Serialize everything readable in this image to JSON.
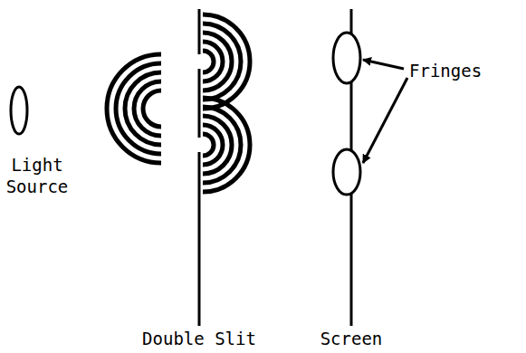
{
  "diagram": {
    "labels": [
      "Light Source",
      "Double Slit",
      "Screen",
      "Fringes"
    ]
  }
}
